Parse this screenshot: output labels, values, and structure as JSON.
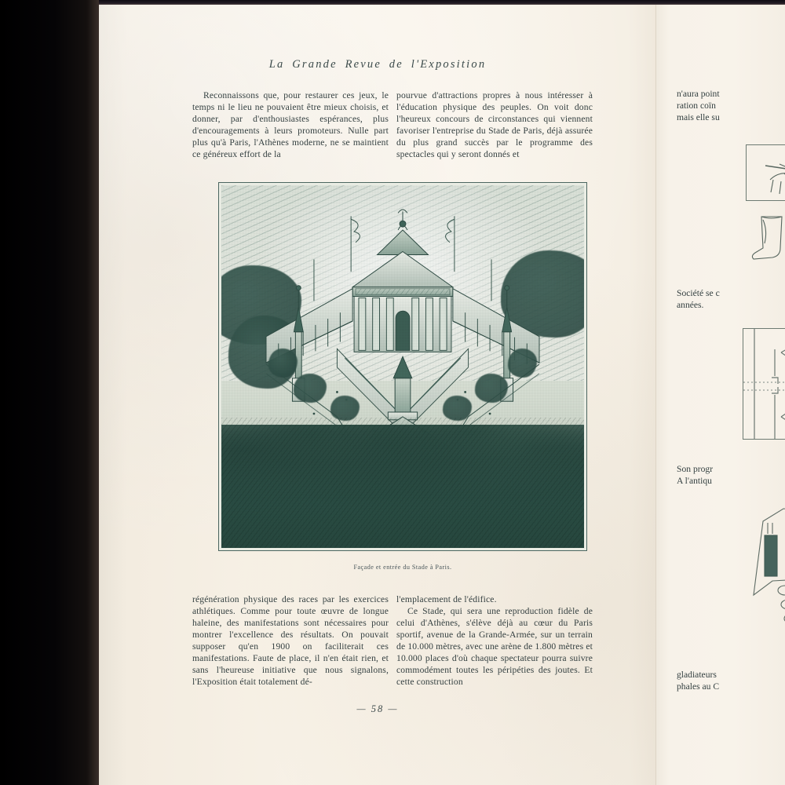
{
  "document": {
    "running_head": "La  Grande  Revue  de  l'Exposition",
    "folio": "— 58 —"
  },
  "columns": {
    "left_top": "Reconnaissons que, pour restaurer ces jeux, le temps ni le lieu ne pouvaient être mieux choisis, et donner, par d'enthousiastes espérances, plus d'encouragements à leurs promoteurs. Nulle part plus qu'à Paris, l'Athènes moderne, ne se maintient ce généreux effort de la",
    "right_top": "pourvue d'attractions propres à nous intéresser à l'éducation physique des peuples. On voit donc l'heureux concours de circonstances qui viennent favoriser l'entreprise du Stade de Paris, déjà assurée du plus grand succès par le programme des spectacles qui y seront donnés et",
    "left_bottom": "régénération physique des races par les exercices athlétiques. Comme pour toute œuvre de longue haleine, des manifestations sont nécessaires pour montrer l'excellence des résultats. On pouvait supposer qu'en 1900 on faciliterait ces manifestations. Faute de place, il n'en était rien, et sans l'heureuse initiative que nous signalons, l'Exposition était totalement dé-",
    "right_bottom_first": "l'emplacement de l'édifice.",
    "right_bottom_second": "Ce Stade, qui sera une reproduction fidèle de celui d'Athènes, s'élève déjà au cœur du Paris sportif, avenue de la Grande-Armée, sur un terrain de 10.000 mètres, avec une arène de 1.800 mètres et 10.000 places d'où chaque spectateur pourra suivre commodément toutes les péripéties des joutes. Et cette construction"
  },
  "plate": {
    "caption": "Façade et entrée du Stade à Paris.",
    "ink_color": "#2d5349",
    "paper_color": "#e9ece3"
  },
  "right_fragment": {
    "line_1": "n'aura point",
    "line_2": "ration coïn",
    "line_3": "mais elle su",
    "line_4": "Société se c",
    "line_5": "années.",
    "line_6": "Son progr",
    "line_7": "A l'antiqu",
    "line_8": "gladiateurs",
    "line_9": "phales au C"
  },
  "scan": {
    "paper_color": "#f7f1e6",
    "gutter_color": "#000000"
  }
}
